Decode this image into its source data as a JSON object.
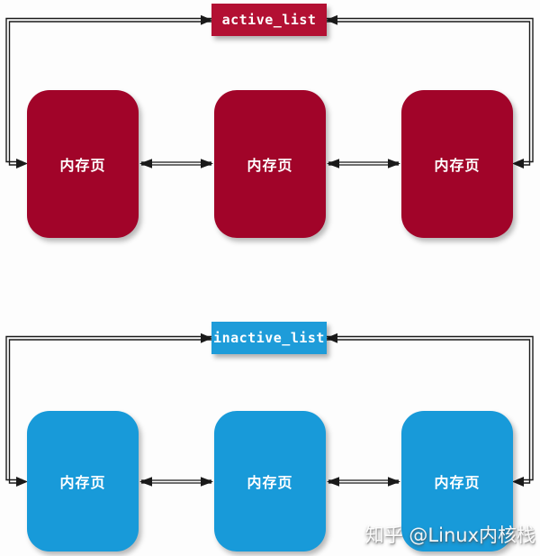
{
  "colors": {
    "background": "#fdfdfd",
    "line": "#1a1a1a",
    "active_label_bg": "#b31033",
    "active_box_bg": "#a10429",
    "inactive_label_bg": "#1e9cd9",
    "inactive_box_bg": "#189ad9",
    "box_text": "#ffffff"
  },
  "active_list": {
    "label": "active_list",
    "boxes": [
      {
        "label": "内存页"
      },
      {
        "label": "内存页"
      },
      {
        "label": "内存页"
      }
    ]
  },
  "inactive_list": {
    "label": "inactive_list",
    "boxes": [
      {
        "label": "内存页"
      },
      {
        "label": "内存页"
      },
      {
        "label": "内存页"
      }
    ]
  },
  "watermark": "知乎 @Linux内核栈"
}
